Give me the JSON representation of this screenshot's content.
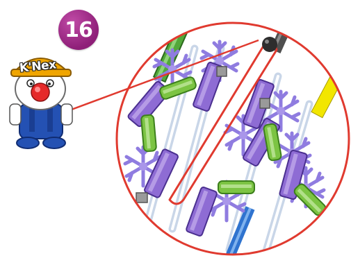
{
  "step": {
    "number": "16"
  },
  "mascot": {
    "helmet_text": "K'Nex"
  },
  "colors": {
    "badge": "#9b2a86",
    "callout_ring": "#e03a2f",
    "rod_purple": "#7f5bc8",
    "connector_green": "#7cc443",
    "rod_blue": "#3b7ed6",
    "rod_gray": "#5a5a5a",
    "rod_yellow": "#f2e600",
    "rod_white": "#e8eef6"
  },
  "icons": [
    "mascot-figure",
    "highlight-loop-icon"
  ]
}
